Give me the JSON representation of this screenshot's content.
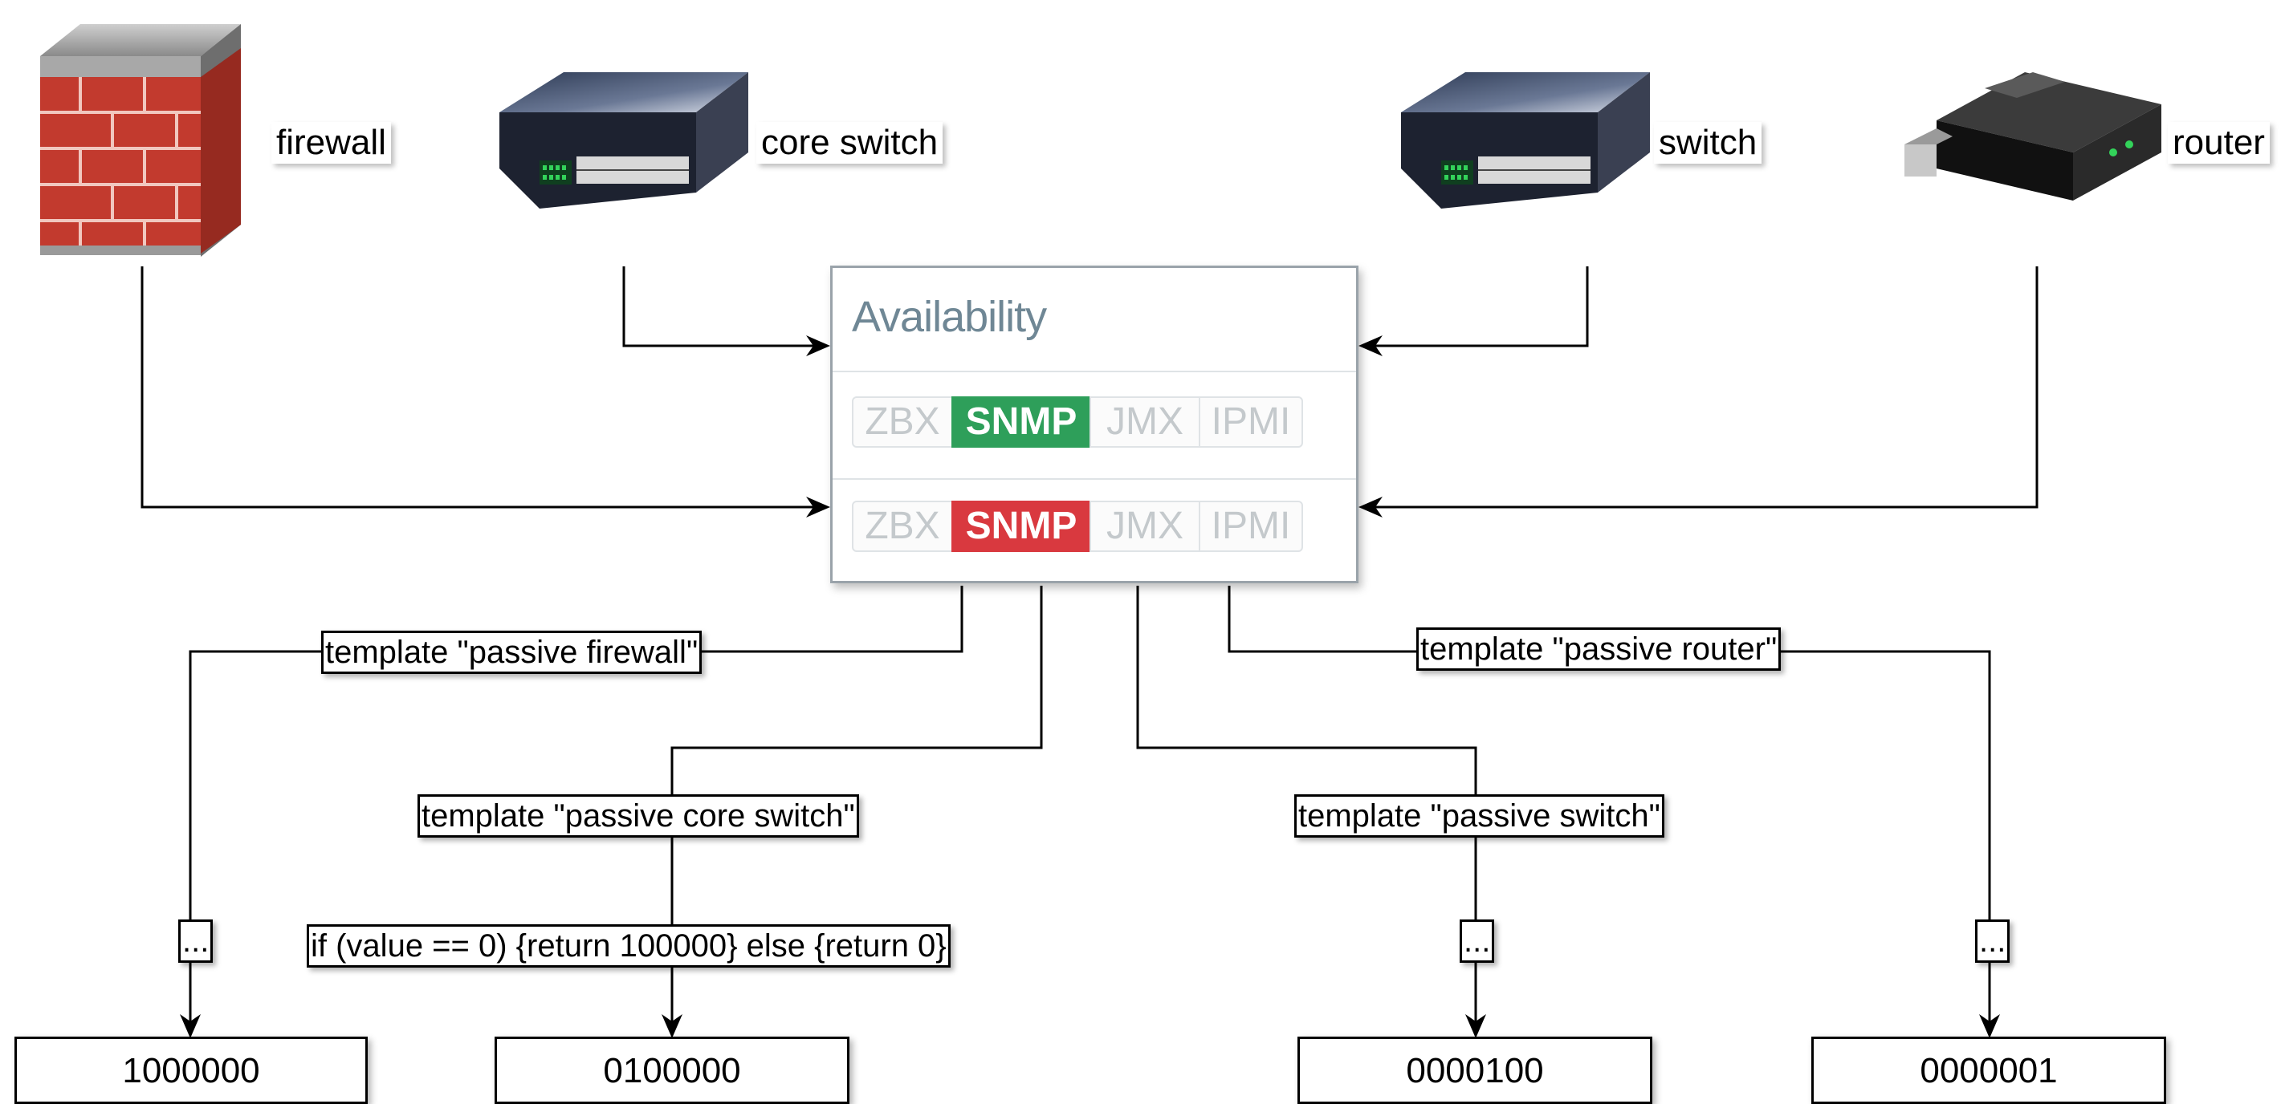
{
  "devices": {
    "firewall": {
      "label": "firewall",
      "icon": "firewall-icon"
    },
    "core_switch": {
      "label": "core switch",
      "icon": "switch-icon"
    },
    "switch": {
      "label": "switch",
      "icon": "switch-icon"
    },
    "router": {
      "label": "router",
      "icon": "router-icon"
    }
  },
  "availability": {
    "title": "Availability",
    "rows": [
      {
        "badges": [
          "ZBX",
          "SNMP",
          "JMX",
          "IPMI"
        ],
        "active": "SNMP",
        "active_color": "#2e9f5a"
      },
      {
        "badges": [
          "ZBX",
          "SNMP",
          "JMX",
          "IPMI"
        ],
        "active": "SNMP",
        "active_color": "#d9393f"
      }
    ]
  },
  "templates": {
    "passive_firewall": "template \"passive firewall\"",
    "passive_core_switch": "template \"passive core switch\"",
    "passive_switch": "template \"passive switch\"",
    "passive_router": "template \"passive router\""
  },
  "preprocessing": {
    "firewall": "...",
    "core_switch": "if (value == 0) {return 100000} else {return 0}",
    "switch": "...",
    "router": "..."
  },
  "results": {
    "firewall": "1000000",
    "core_switch": "0100000",
    "switch": "0000100",
    "router": "0000001"
  }
}
